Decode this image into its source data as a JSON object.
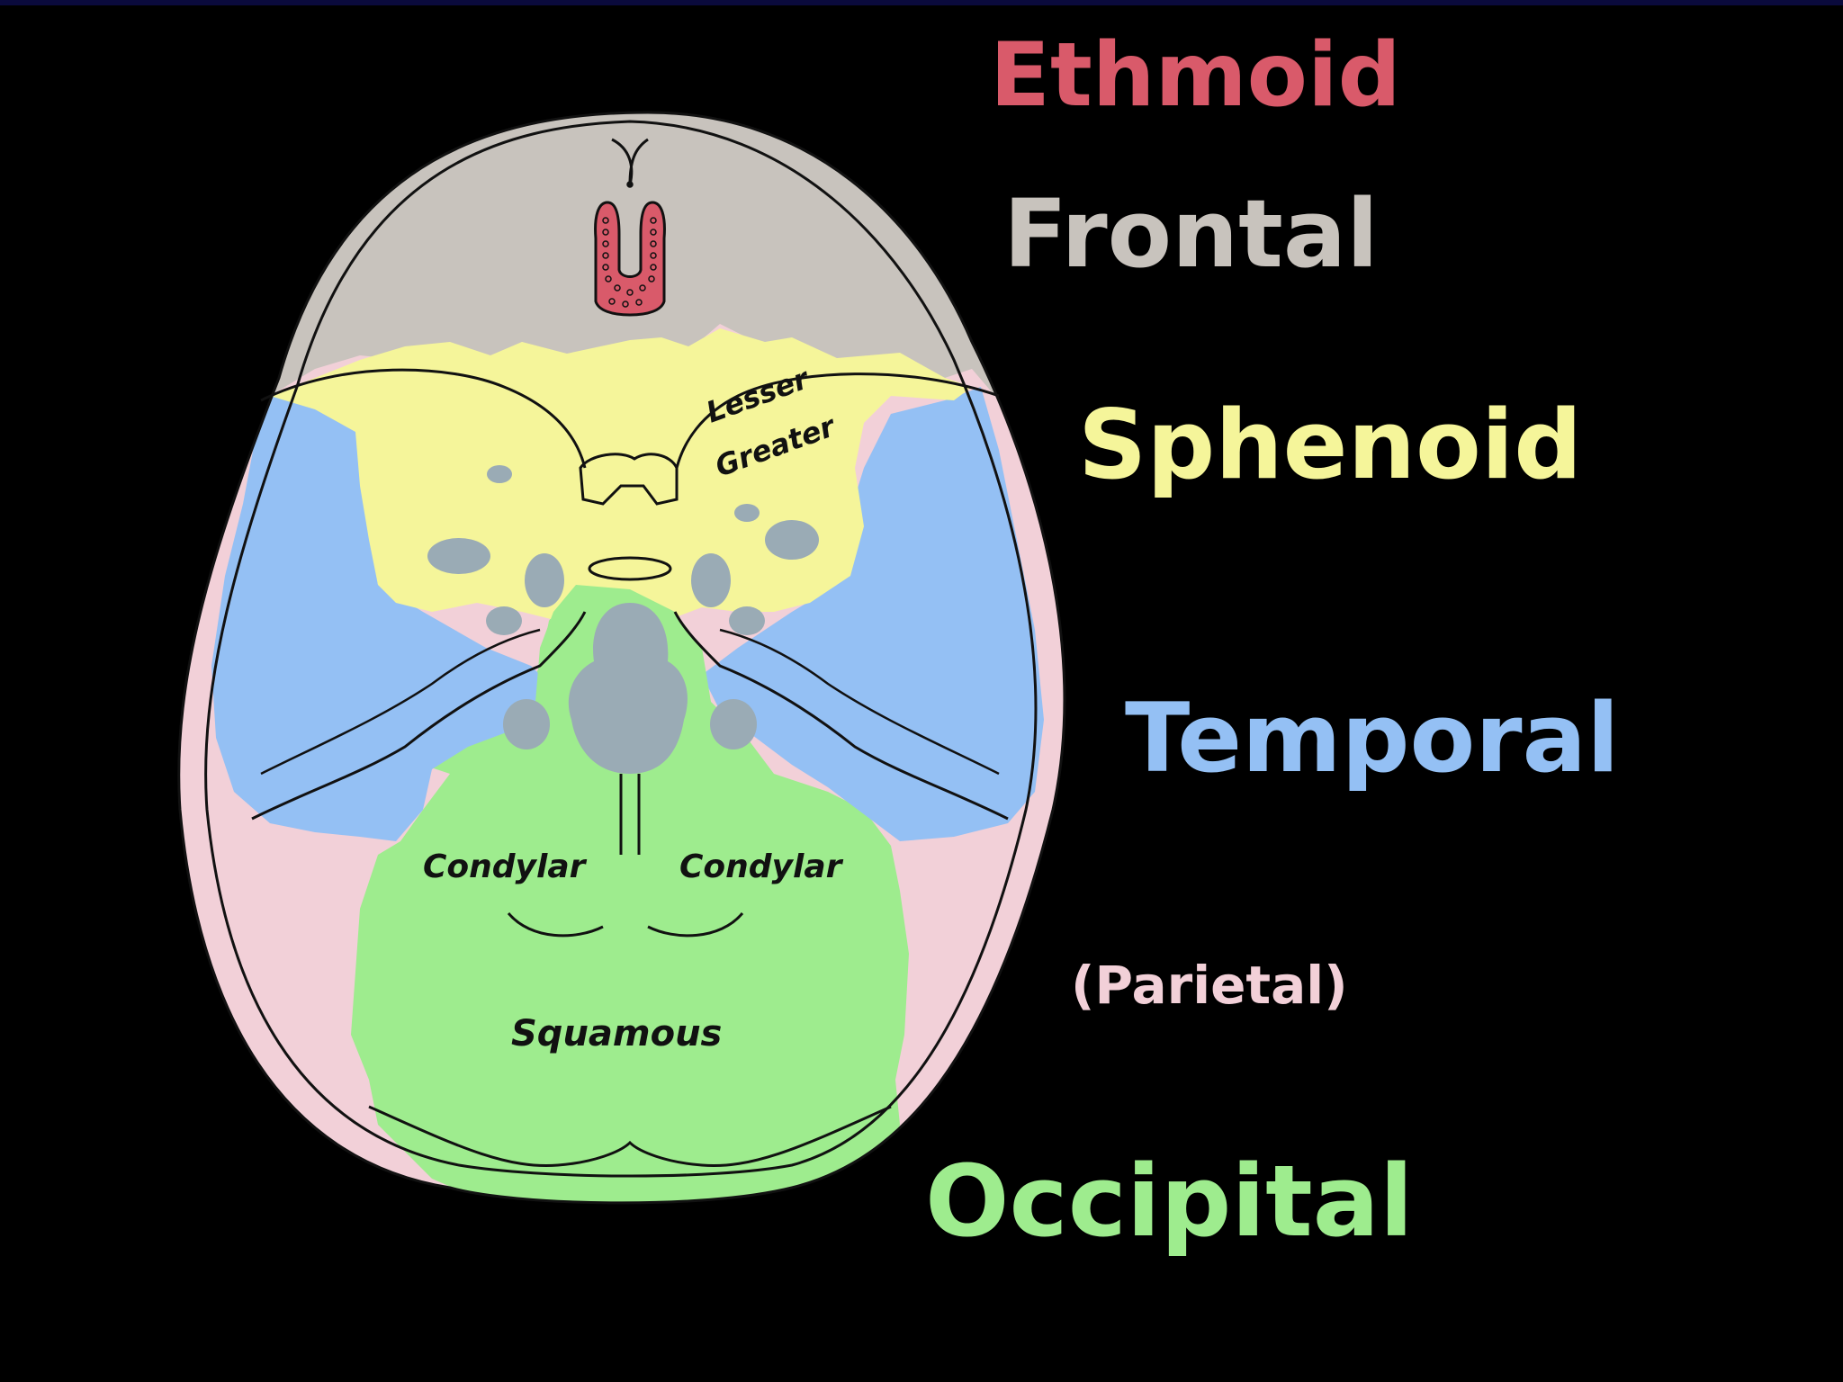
{
  "colors": {
    "background": "#000000",
    "ethmoid": "#d95a6a",
    "frontal": "#c8c3bd",
    "sphenoid": "#f5f59a",
    "temporal": "#94c0f4",
    "parietal": "#f2d0d8",
    "occipital": "#9eec8e",
    "foramina": "#9aabb5",
    "outline": "#111111"
  },
  "legend": {
    "ethmoid": "Ethmoid",
    "frontal": "Frontal",
    "sphenoid": "Sphenoid",
    "temporal": "Temporal",
    "parietal": "(Parietal)",
    "occipital": "Occipital"
  },
  "labels": {
    "lesser": "Lesser",
    "greater": "Greater",
    "condylar_left": "Condylar",
    "condylar_right": "Condylar",
    "squamous": "Squamous"
  }
}
